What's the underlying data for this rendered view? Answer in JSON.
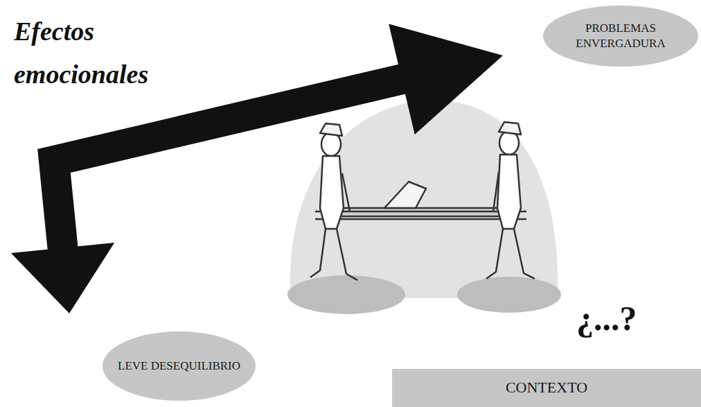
{
  "diagram": {
    "title": "Efectos emocionales",
    "nodes": [
      {
        "text": [
          "PROBLEMAS ENVERGADURA"
        ]
      },
      {
        "text": [
          "LEVE DESEQUILIBRIO"
        ]
      },
      {
        "text": [
          "CONTEXTO"
        ]
      }
    ],
    "edges": [
      {
        "from": 0,
        "to": 1,
        "arrow": "both"
      }
    ],
    "labels": [
      "¿...?"
    ]
  }
}
